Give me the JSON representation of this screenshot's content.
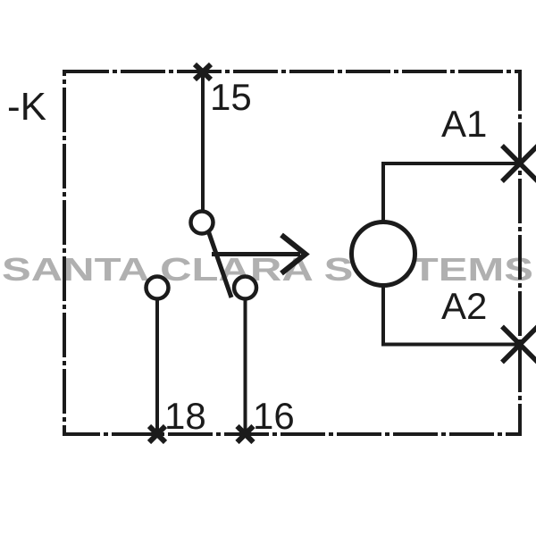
{
  "watermark": {
    "text": "SANTA CLARA SYSTEMS",
    "color": "#b0b0b0"
  },
  "labels": {
    "designator": "-K",
    "terminal_15": "15",
    "terminal_18": "18",
    "terminal_16": "16",
    "terminal_a1": "A1",
    "terminal_a2": "A2"
  },
  "colors": {
    "line": "#1b1b1b",
    "watermark": "#b0b0b0",
    "background": "#ffffff"
  }
}
